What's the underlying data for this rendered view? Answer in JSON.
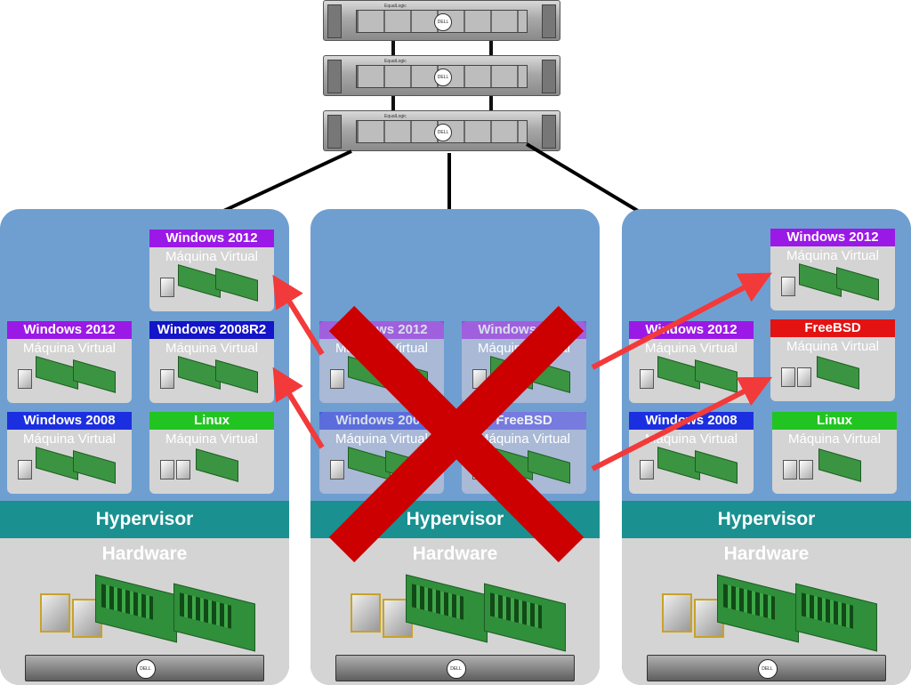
{
  "storage": {
    "brand_text": "EqualLogic",
    "logo_text": "DELL"
  },
  "hosts": [
    {
      "hypervisor": "Hypervisor",
      "hardware": "Hardware",
      "vms": [
        {
          "os": "Windows  2012",
          "label": "Máquina  Virtual",
          "color": "#9a19e6"
        },
        {
          "os": "Windows  2012",
          "label": "Máquina  Virtual",
          "color": "#9a19e6"
        },
        {
          "os": "Windows  2008R2",
          "label": "Máquina  Virtual",
          "color": "#1414c8"
        },
        {
          "os": "Windows  2008",
          "label": "Máquina  Virtual",
          "color": "#1c2fe0"
        },
        {
          "os": "Linux",
          "label": "Máquina  Virtual",
          "color": "#22c422"
        }
      ]
    },
    {
      "hypervisor": "Hypervisor",
      "hardware": "Hardware",
      "vms": [
        {
          "os": "Windows  2012",
          "label": "Máquina  Virtual",
          "color": "#9a19e6"
        },
        {
          "os": "Windows  2012",
          "label": "Máquina  Virtual",
          "color": "#9a19e6"
        },
        {
          "os": "Windows  2008",
          "label": "Máquina  Virtual",
          "color": "#1c2fe0"
        },
        {
          "os": "FreeBSD",
          "label": "Máquina  Virtual",
          "color": "#e31313"
        }
      ],
      "failed": true
    },
    {
      "hypervisor": "Hypervisor",
      "hardware": "Hardware",
      "vms": [
        {
          "os": "Windows  2012",
          "label": "Máquina  Virtual",
          "color": "#9a19e6"
        },
        {
          "os": "FreeBSD",
          "label": "Máquina  Virtual",
          "color": "#e31313"
        },
        {
          "os": "Windows  2012",
          "label": "Máquina  Virtual",
          "color": "#9a19e6"
        },
        {
          "os": "Windows  2008",
          "label": "Máquina  Virtual",
          "color": "#1c2fe0"
        },
        {
          "os": "Linux",
          "label": "Máquina  Virtual",
          "color": "#22c422"
        }
      ]
    }
  ],
  "colors": {
    "host_bg": "#6f9fd1",
    "hypervisor": "#1a9090",
    "hardware": "#d4d4d4",
    "cross": "#cc0000",
    "arrow": "#f23a3a"
  }
}
